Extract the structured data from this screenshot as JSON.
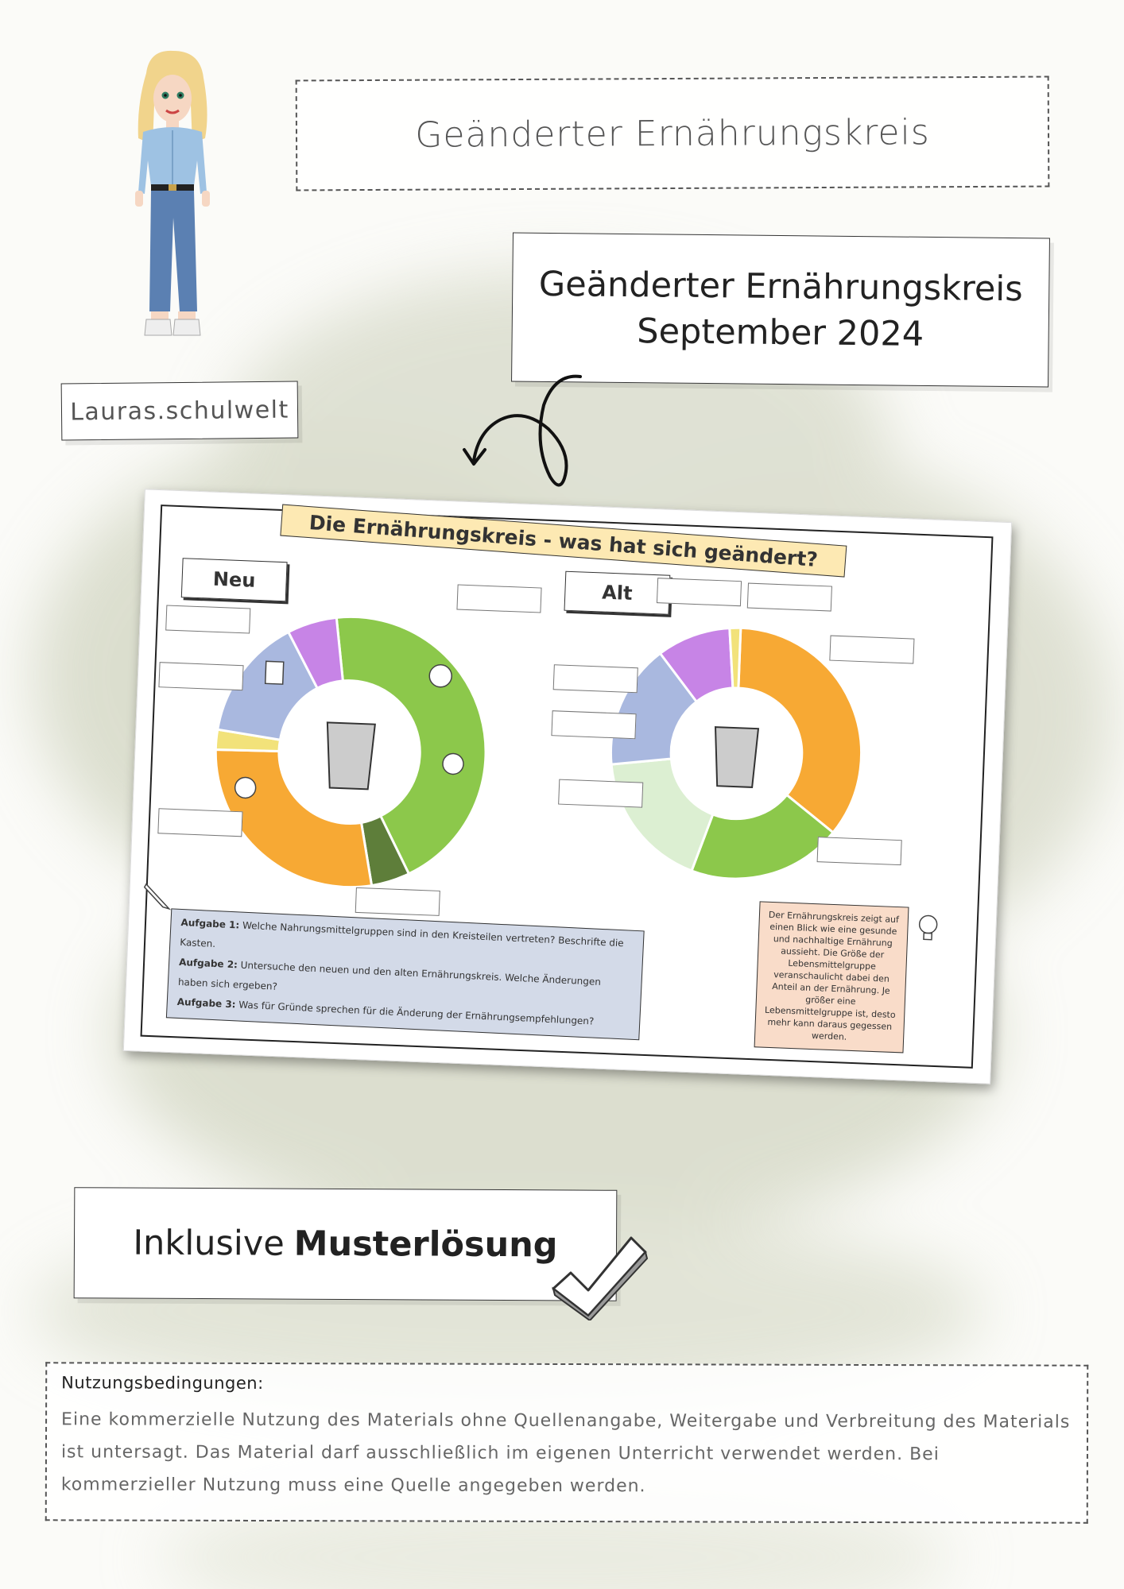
{
  "header": {
    "title": "Geänderter Ernährungskreis",
    "subtitle_line1": "Geänderter Ernährungskreis",
    "subtitle_line2": "September 2024",
    "brand": "Lauras.schulwelt"
  },
  "preview": {
    "title": "Die Ernährungskreis - was hat sich geändert?",
    "tag_new": "Neu",
    "tag_old": "Alt",
    "tasks": [
      {
        "label": "Aufgabe 1:",
        "text": "Welche Nahrungsmittelgruppen sind in den Kreisteilen vertreten? Beschrifte die Kasten."
      },
      {
        "label": "Aufgabe 2:",
        "text": "Untersuche den neuen und den alten Ernährungskreis. Welche Änderungen haben sich ergeben?"
      },
      {
        "label": "Aufgabe 3:",
        "text": "Was für Gründe sprechen für die Änderung der Ernährungsempfehlungen?"
      }
    ],
    "info_text": "Der Ernährungskreis zeigt auf einen Blick wie eine gesunde und nachhaltige Ernährung aussieht. Die Größe der Lebensmittelgruppe veranschaulicht dabei den Anteil an der Ernährung. Je größer eine Lebensmittelgruppe ist, desto mehr kann daraus gegessen werden.",
    "colors": {
      "vegetables_fruit": "#8cc84b",
      "grains": "#f7a934",
      "dairy": "#a9b8df",
      "meat_fish": "#c784e6",
      "legumes": "#5e7e3a",
      "fats": "#f2e27a",
      "fruit_old": "#dcefd2"
    }
  },
  "solution": {
    "prefix": "Inklusive",
    "bold": "Musterlösung"
  },
  "terms": {
    "heading": "Nutzungsbedingungen:",
    "text": "Eine kommerzielle Nutzung des Materials ohne Quellenangabe, Weitergabe und Verbreitung des Materials ist untersagt. Das Material darf ausschließlich im eigenen Unterricht verwendet werden. Bei kommerzieller Nutzung muss eine Quelle angegeben werden."
  }
}
